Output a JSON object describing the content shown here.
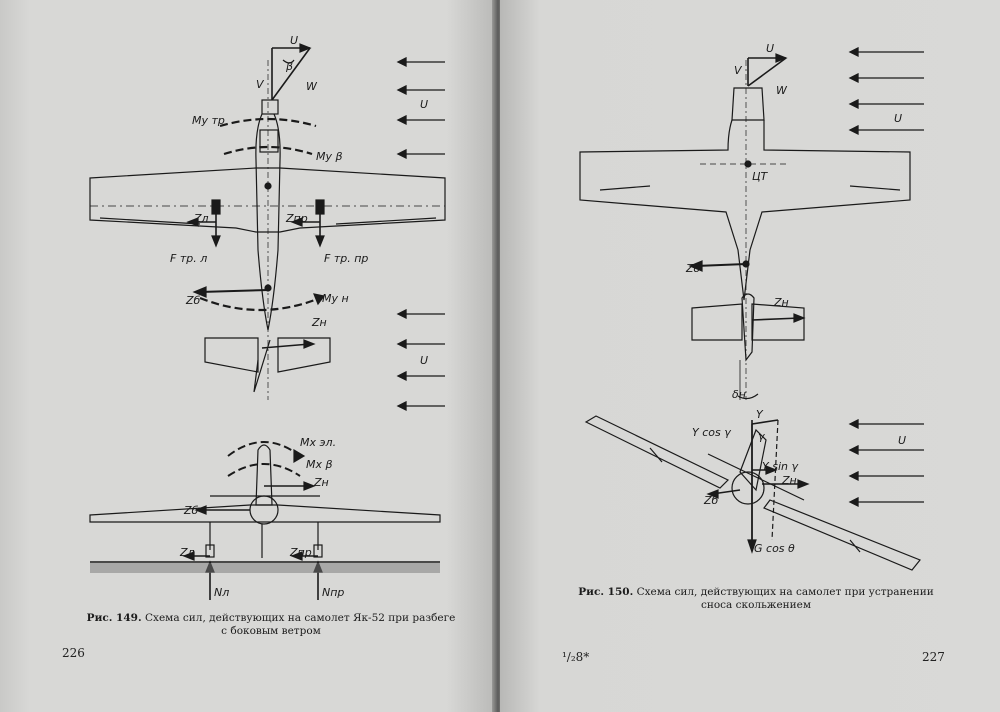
{
  "left_page": {
    "caption_prefix": "Рис. 149.",
    "caption_text": "Схема сил, действующих на самолет Як-52 при разбеге с боковым ветром",
    "page_number": "226",
    "labels": {
      "U_top": "U",
      "beta": "β",
      "V": "V",
      "W": "W",
      "U_right": "U",
      "my_tr": "Mу тр",
      "my_beta": "Mу β",
      "z_l": "Zл",
      "z_pr": "Zпр",
      "f_tr_l": "F тр. л",
      "f_tr_pr": "F тр. пр",
      "z_b": "Zб",
      "my_n": "Mу н",
      "z_n": "Zн",
      "U_tail": "U",
      "mx_el": "Mх эл.",
      "mx_beta": "Mх β",
      "z_n2": "Zн",
      "z_b2": "Zб",
      "z_l2": "Zл",
      "z_pr2": "Zпр",
      "n_l": "Nл",
      "n_pr": "Nпр"
    }
  },
  "right_page": {
    "caption_prefix": "Рис. 150.",
    "caption_text": "Схема сил, действующих на самолет при устранении сноса скольжением",
    "page_number": "227",
    "signature": "¹/₂8*",
    "labels": {
      "U_top": "U",
      "V": "V",
      "W": "W",
      "U_right": "U",
      "ct": "ЦТ",
      "z_b": "Zб",
      "z_n": "Zн",
      "delta_n": "δн",
      "y_cos": "Y cos γ",
      "gamma": "γ",
      "y_sin": "Y sin γ",
      "z_n2": "Zн",
      "z_b2": "Zб",
      "g_cos": "G cos θ",
      "U_bottom": "U",
      "y": "Y"
    }
  }
}
